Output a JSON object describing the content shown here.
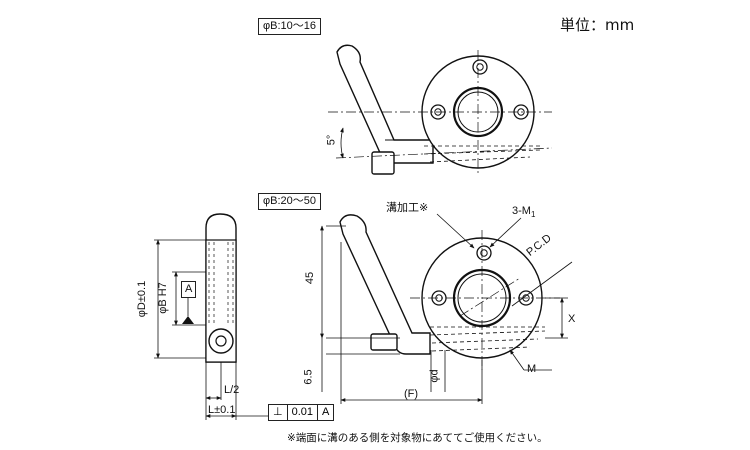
{
  "unit_label": "単位：mm",
  "upper_variant": {
    "label": "φB:10～16",
    "angle_label": "5°"
  },
  "lower_variant": {
    "label": "φB:20～50",
    "groove_label": "溝加工※",
    "holes_label": "3-M",
    "holes_subscript": "1",
    "pcd_label": "P.C.D",
    "x_label": "X",
    "m_label": "M",
    "dim_45": "45",
    "dim_6_5": "6.5",
    "dim_f": "(F)",
    "dim_d_small": "φd"
  },
  "side_view": {
    "dim_D": "φD±0.1",
    "dim_B": "φB H7",
    "datum": "A",
    "dim_L_half": "L/2",
    "dim_L": "L±0.1"
  },
  "tolerance_frame": {
    "symbol": "⊥",
    "value": "0.01",
    "datum": "A"
  },
  "footnote": "※端面に溝のある側を対象物にあててご使用ください。"
}
